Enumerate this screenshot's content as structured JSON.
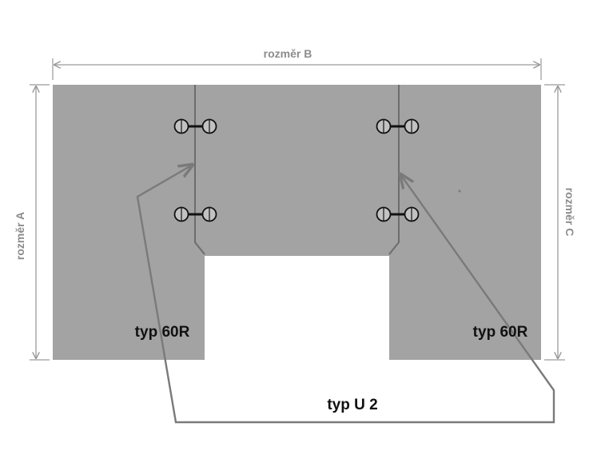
{
  "dimensions": {
    "width_label": "rozměr B",
    "height_left_label": "rozměr A",
    "height_right_label": "rozměr C"
  },
  "parts": {
    "left_label": "typ 60R",
    "right_label": "typ 60R",
    "combined_label": "typ U 2"
  },
  "colors": {
    "panel": "#a3a3a3",
    "dimension_line": "#9a9a9a",
    "arrow": "#7a7a7a",
    "seam": "#6d6d6d",
    "text": "#111111"
  }
}
